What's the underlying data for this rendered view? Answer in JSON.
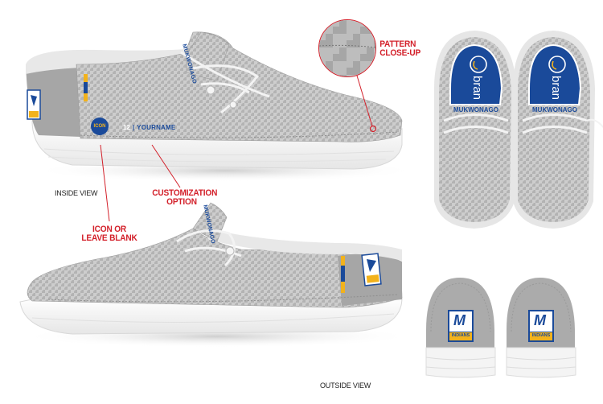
{
  "labels": {
    "inside_view": "INSIDE VIEW",
    "outside_view": "OUTSIDE VIEW",
    "pattern_closeup_line1": "PATTERN",
    "pattern_closeup_line2": "CLOSE-UP",
    "customization_line1": "CUSTOMIZATION",
    "customization_line2": "OPTION",
    "icon_line1": "ICON OR",
    "icon_line2": "LEAVE BLANK"
  },
  "customization": {
    "icon_text": "ICON",
    "number": "12",
    "name": "YOURNAME"
  },
  "branding": {
    "tongue_text": "MUKWONAGO",
    "insole_brand": "bran",
    "heel_logo_letter": "M",
    "heel_logo_text": "INDIANS"
  },
  "colors": {
    "annotation_red": "#d3202a",
    "navy": "#1a4a9a",
    "gold": "#f2b21c",
    "upper_gray": "#a9a9a9",
    "houndstooth_light": "#c4c4c4",
    "sole_white": "#f4f4f4"
  }
}
